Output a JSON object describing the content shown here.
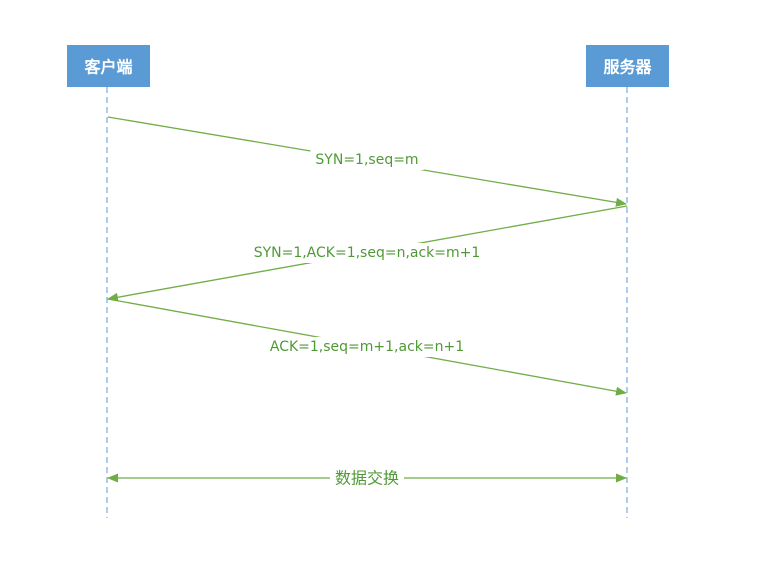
{
  "participants": {
    "client": {
      "label": "客户端"
    },
    "server": {
      "label": "服务器"
    }
  },
  "messages": [
    {
      "label": "SYN=1,seq=m"
    },
    {
      "label": "SYN=1,ACK=1,seq=n,ack=m+1"
    },
    {
      "label": "ACK=1,seq=m+1,ack=n+1"
    }
  ],
  "data_exchange": {
    "label": "数据交换"
  },
  "colors": {
    "participant_fill": "#5B9BD5",
    "participant_text": "#FFFFFF",
    "lifeline": "#5B9BD5",
    "arrow": "#70AD47",
    "label": "#4F9A35"
  }
}
